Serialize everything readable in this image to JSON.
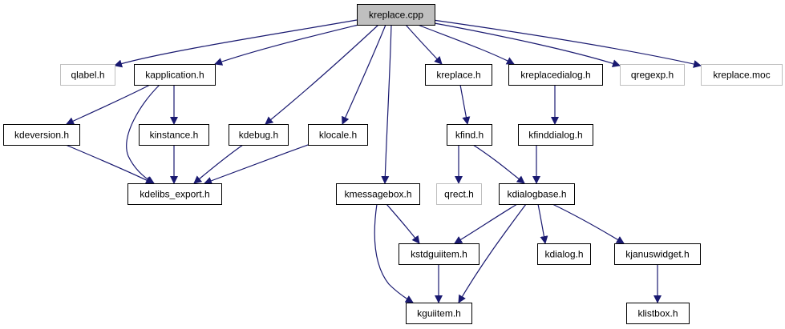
{
  "diagram": {
    "type": "include-dependency-graph",
    "colors": {
      "edge": "#191970",
      "root_fill": "#bfbfbf",
      "node_fill": "#ffffff",
      "node_border": "#000000",
      "external_border": "#bfbfbf"
    },
    "nodes": [
      {
        "id": "kreplace_cpp",
        "label": "kreplace.cpp",
        "kind": "root"
      },
      {
        "id": "qlabel_h",
        "label": "qlabel.h",
        "kind": "external"
      },
      {
        "id": "kapplication_h",
        "label": "kapplication.h",
        "kind": "documented"
      },
      {
        "id": "kreplace_h",
        "label": "kreplace.h",
        "kind": "documented"
      },
      {
        "id": "kreplacedialog_h",
        "label": "kreplacedialog.h",
        "kind": "documented"
      },
      {
        "id": "qregexp_h",
        "label": "qregexp.h",
        "kind": "external"
      },
      {
        "id": "kreplace_moc",
        "label": "kreplace.moc",
        "kind": "external"
      },
      {
        "id": "kdeversion_h",
        "label": "kdeversion.h",
        "kind": "documented"
      },
      {
        "id": "kinstance_h",
        "label": "kinstance.h",
        "kind": "documented"
      },
      {
        "id": "kdebug_h",
        "label": "kdebug.h",
        "kind": "documented"
      },
      {
        "id": "klocale_h",
        "label": "klocale.h",
        "kind": "documented"
      },
      {
        "id": "kfind_h",
        "label": "kfind.h",
        "kind": "documented"
      },
      {
        "id": "kfinddialog_h",
        "label": "kfinddialog.h",
        "kind": "documented"
      },
      {
        "id": "kdelibs_export_h",
        "label": "kdelibs_export.h",
        "kind": "documented"
      },
      {
        "id": "kmessagebox_h",
        "label": "kmessagebox.h",
        "kind": "documented"
      },
      {
        "id": "qrect_h",
        "label": "qrect.h",
        "kind": "external"
      },
      {
        "id": "kdialogbase_h",
        "label": "kdialogbase.h",
        "kind": "documented"
      },
      {
        "id": "kstdguiitem_h",
        "label": "kstdguiitem.h",
        "kind": "documented"
      },
      {
        "id": "kdialog_h",
        "label": "kdialog.h",
        "kind": "documented"
      },
      {
        "id": "kjanuswidget_h",
        "label": "kjanuswidget.h",
        "kind": "documented"
      },
      {
        "id": "kguiitem_h",
        "label": "kguiitem.h",
        "kind": "documented"
      },
      {
        "id": "klistbox_h",
        "label": "klistbox.h",
        "kind": "documented"
      }
    ],
    "edges": [
      {
        "from": "kreplace_cpp",
        "to": "qlabel_h"
      },
      {
        "from": "kreplace_cpp",
        "to": "kapplication_h"
      },
      {
        "from": "kreplace_cpp",
        "to": "kdebug_h"
      },
      {
        "from": "kreplace_cpp",
        "to": "klocale_h"
      },
      {
        "from": "kreplace_cpp",
        "to": "kmessagebox_h"
      },
      {
        "from": "kreplace_cpp",
        "to": "kreplace_h"
      },
      {
        "from": "kreplace_cpp",
        "to": "kreplacedialog_h"
      },
      {
        "from": "kreplace_cpp",
        "to": "qregexp_h"
      },
      {
        "from": "kreplace_cpp",
        "to": "kreplace_moc"
      },
      {
        "from": "kapplication_h",
        "to": "kdeversion_h"
      },
      {
        "from": "kapplication_h",
        "to": "kinstance_h"
      },
      {
        "from": "kapplication_h",
        "to": "kdelibs_export_h"
      },
      {
        "from": "kdeversion_h",
        "to": "kdelibs_export_h"
      },
      {
        "from": "kinstance_h",
        "to": "kdelibs_export_h"
      },
      {
        "from": "kdebug_h",
        "to": "kdelibs_export_h"
      },
      {
        "from": "klocale_h",
        "to": "kdelibs_export_h"
      },
      {
        "from": "kreplace_h",
        "to": "kfind_h"
      },
      {
        "from": "kfind_h",
        "to": "qrect_h"
      },
      {
        "from": "kfind_h",
        "to": "kdialogbase_h"
      },
      {
        "from": "kreplacedialog_h",
        "to": "kfinddialog_h"
      },
      {
        "from": "kfinddialog_h",
        "to": "kdialogbase_h"
      },
      {
        "from": "kmessagebox_h",
        "to": "kstdguiitem_h"
      },
      {
        "from": "kmessagebox_h",
        "to": "kguiitem_h"
      },
      {
        "from": "kdialogbase_h",
        "to": "kstdguiitem_h"
      },
      {
        "from": "kdialogbase_h",
        "to": "kguiitem_h"
      },
      {
        "from": "kdialogbase_h",
        "to": "kdialog_h"
      },
      {
        "from": "kdialogbase_h",
        "to": "kjanuswidget_h"
      },
      {
        "from": "kstdguiitem_h",
        "to": "kguiitem_h"
      },
      {
        "from": "kjanuswidget_h",
        "to": "klistbox_h"
      }
    ]
  }
}
